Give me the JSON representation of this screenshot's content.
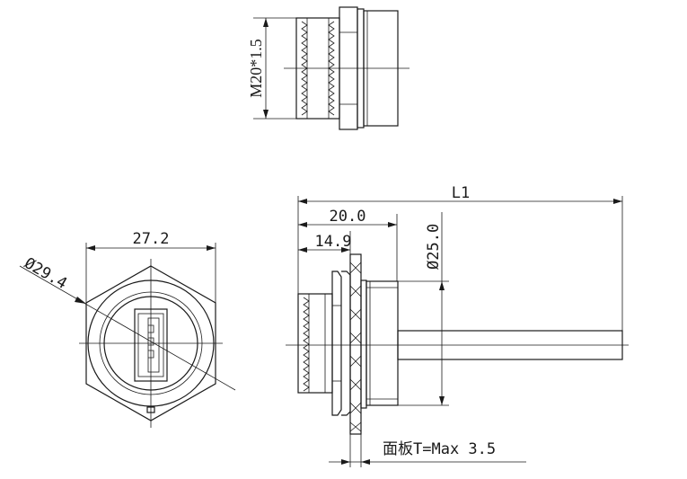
{
  "views": {
    "top_view": {
      "thread_label": "M20*1.5"
    },
    "front_view": {
      "width_label": "27.2",
      "diameter_label": "Ø29.4"
    },
    "side_view": {
      "length_label": "L1",
      "length_20_label": "20.0",
      "length_14_label": "14.9",
      "diameter_label": "Ø25.0",
      "panel_label": "面板T=Max 3.5"
    }
  }
}
